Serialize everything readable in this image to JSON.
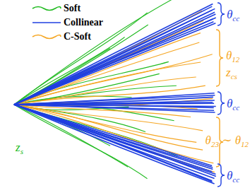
{
  "diagram": {
    "labels": [
      "θcc",
      "θ12",
      "zcs",
      "θcc",
      "θ23 ∼ θ12",
      "θcc",
      "zs"
    ],
    "legend": [
      {
        "text": "Soft"
      },
      {
        "text": "Collinear"
      },
      {
        "text": "C-Soft"
      }
    ]
  }
}
